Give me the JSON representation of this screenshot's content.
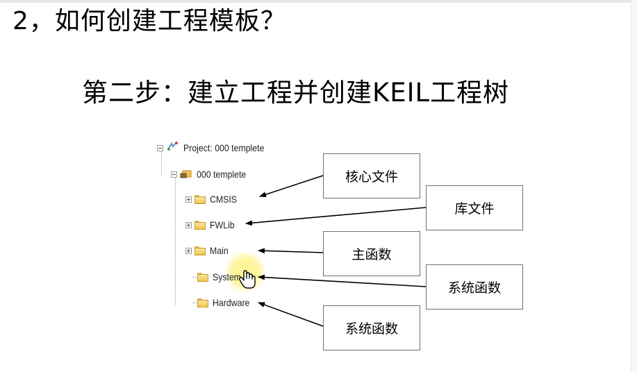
{
  "slide": {
    "heading": "2，如何创建工程模板？",
    "subheading": "第二步：建立工程并创建KEIL工程树"
  },
  "tree": {
    "project": "Project: 000 templete",
    "target": "000 templete",
    "groups": [
      {
        "label": "CMSIS",
        "expandable": true
      },
      {
        "label": "FWLib",
        "expandable": true
      },
      {
        "label": "Main",
        "expandable": true
      },
      {
        "label": "System",
        "expandable": false
      },
      {
        "label": "Hardware",
        "expandable": false
      }
    ]
  },
  "callouts": [
    {
      "text": "核心文件"
    },
    {
      "text": "库文件"
    },
    {
      "text": "主函数"
    },
    {
      "text": "系统函数"
    },
    {
      "text": "系统函数"
    }
  ],
  "icons": {
    "project": "project-icon",
    "target": "target-icon",
    "folder": "folder-icon",
    "cursor": "hand-cursor-icon"
  },
  "colors": {
    "folder": "#f0c54e",
    "highlight": "#fff38c"
  }
}
